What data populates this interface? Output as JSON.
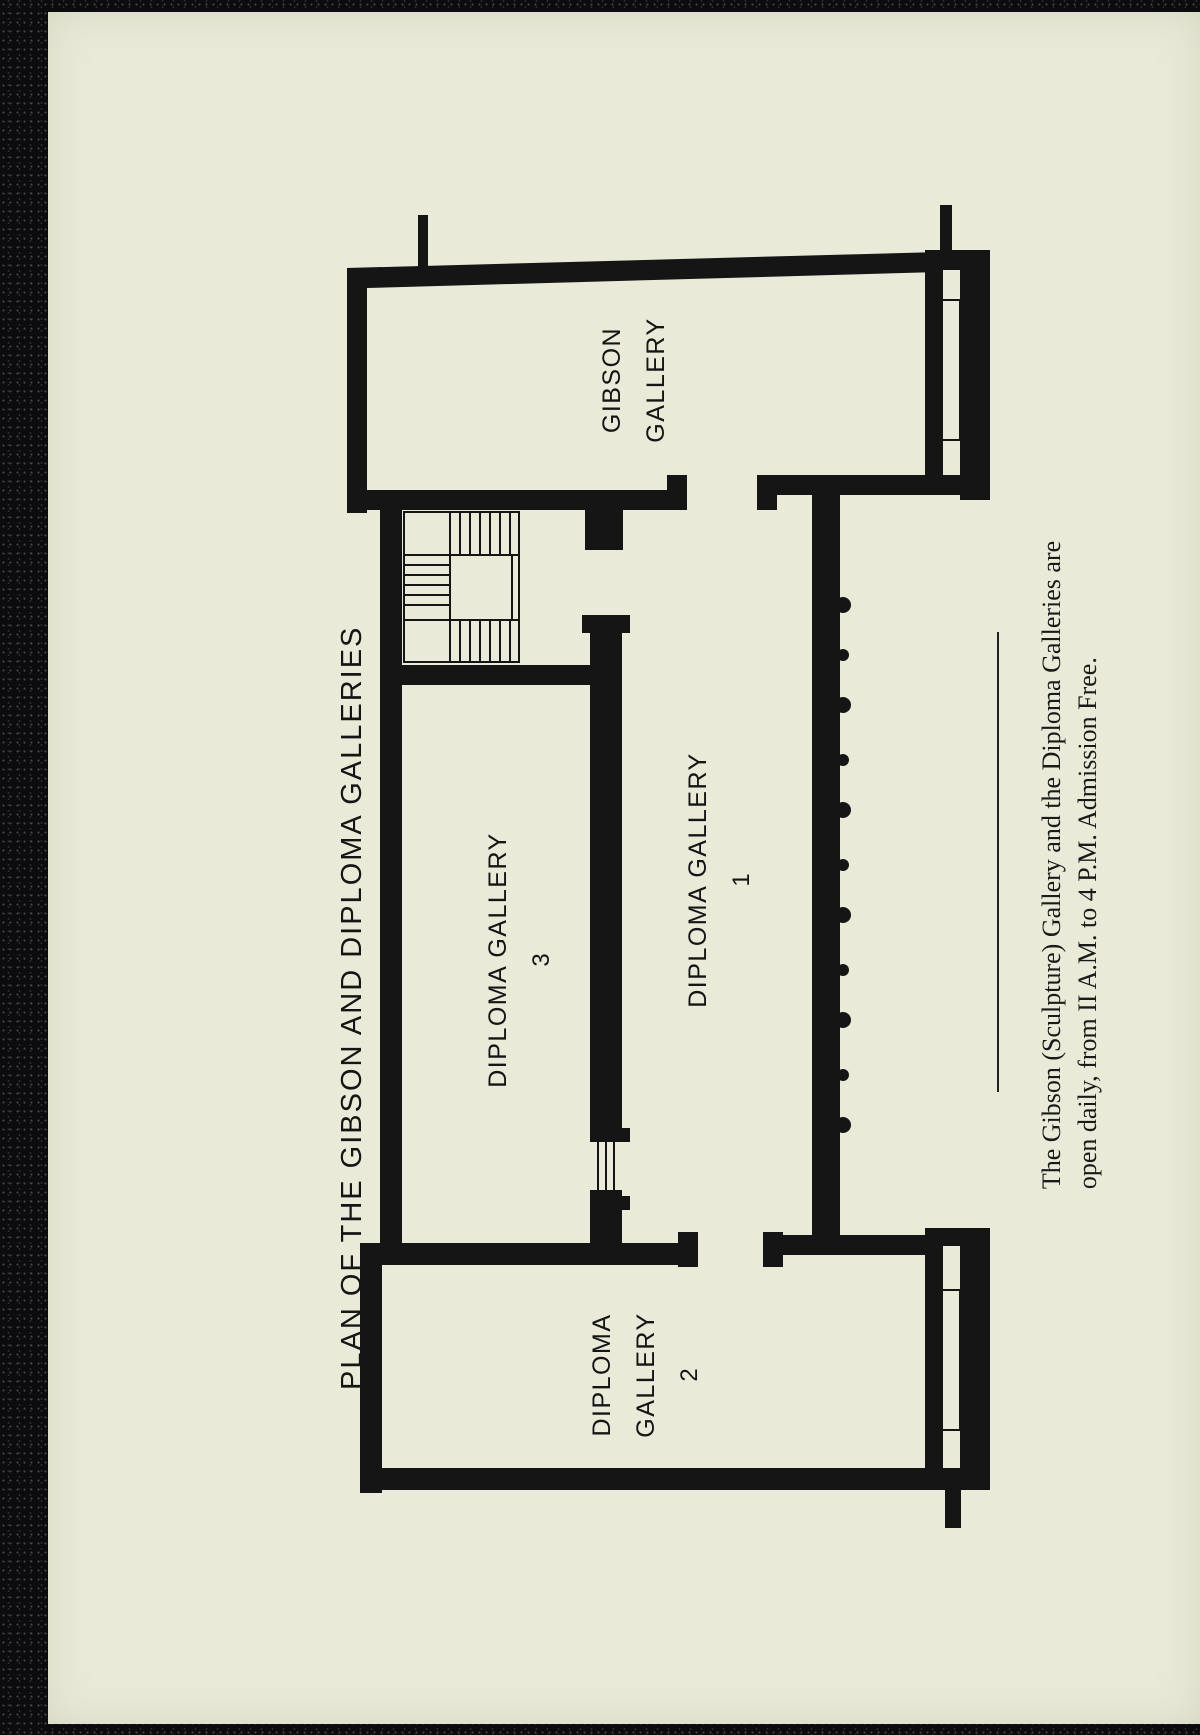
{
  "plan": {
    "title": "PLAN OF THE GIBSON AND DIPLOMA GALLERIES",
    "rooms": [
      {
        "id": "gibson",
        "line1": "GIBSON",
        "line2": "GALLERY",
        "number": ""
      },
      {
        "id": "diploma-3",
        "line1": "DIPLOMA GALLERY",
        "line2": "",
        "number": "3"
      },
      {
        "id": "diploma-1",
        "line1": "DIPLOMA GALLERY",
        "line2": "",
        "number": "1"
      },
      {
        "id": "diploma-2",
        "line1": "DIPLOMA",
        "line2": "GALLERY",
        "number": "2"
      }
    ],
    "caption": {
      "line1": "The Gibson (Sculpture) Gallery and the Diploma Galleries are",
      "line2": "open daily, from II A.M. to 4 P.M.  Admission Free."
    }
  },
  "colors": {
    "paper": "#e9ead8",
    "ink": "#151515",
    "background": "#0c0c0e"
  }
}
